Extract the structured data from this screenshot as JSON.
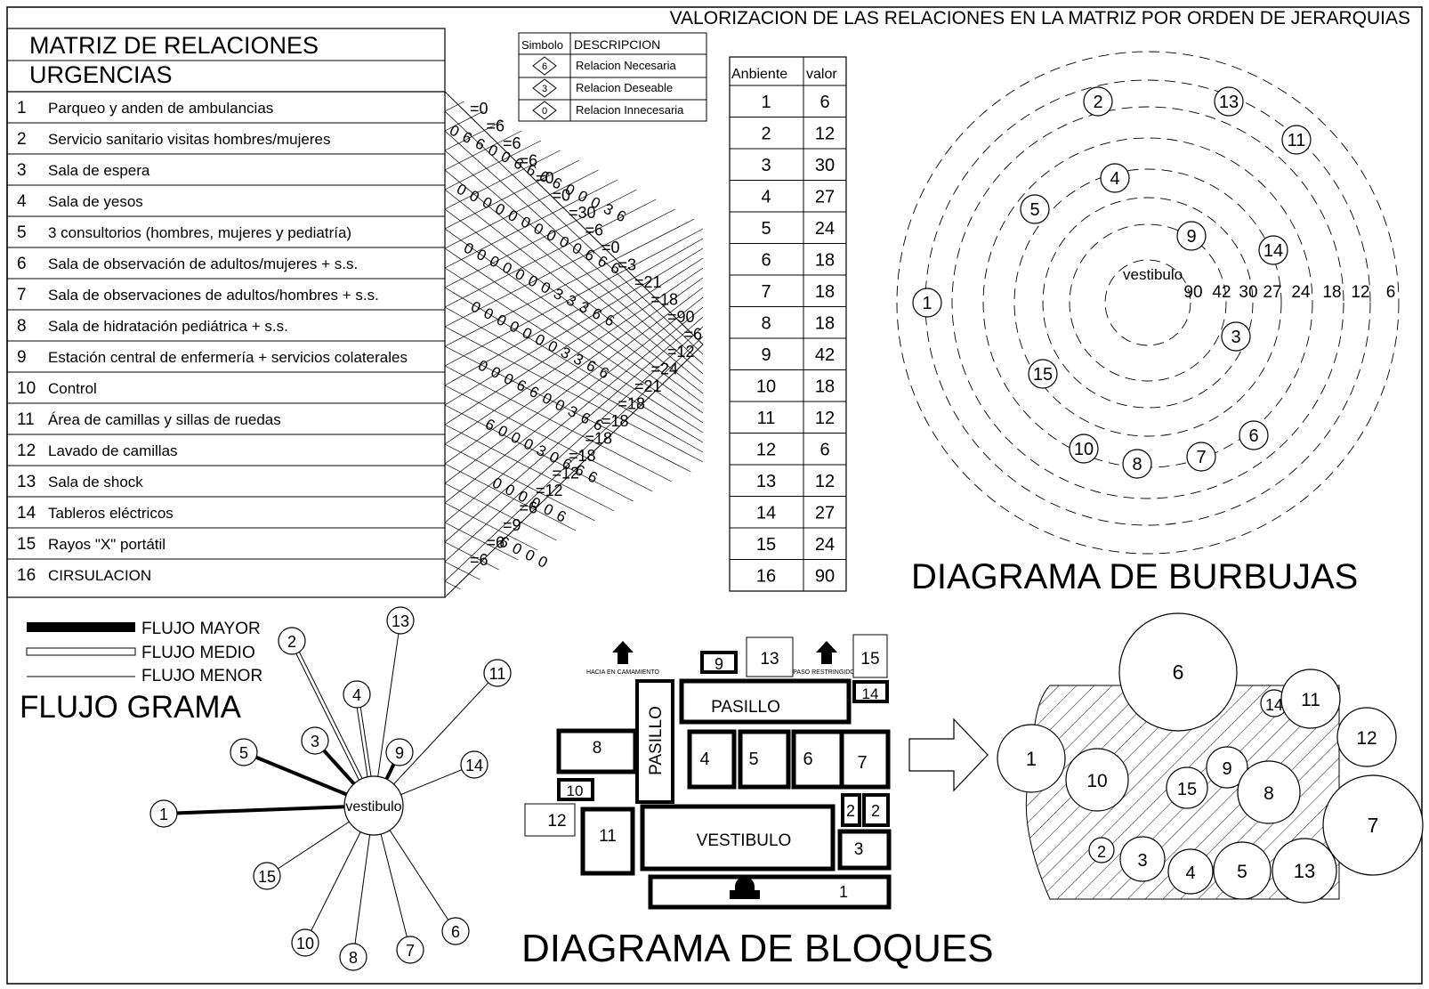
{
  "header": {
    "title": "VALORIZACION  DE LAS RELACIONES EN LA MATRIZ POR ORDEN DE JERARQUIAS"
  },
  "matrix": {
    "title_line1": "MATRIZ DE RELACIONES",
    "title_line2": "URGENCIAS",
    "rows": [
      {
        "num": "1",
        "label": "Parqueo y anden de ambulancias"
      },
      {
        "num": "2",
        "label": "Servicio sanitario visitas hombres/mujeres"
      },
      {
        "num": "3",
        "label": "Sala de espera"
      },
      {
        "num": "4",
        "label": "Sala de yesos"
      },
      {
        "num": "5",
        "label": "3 consultorios (hombres, mujeres y pediatría)"
      },
      {
        "num": "6",
        "label": "Sala de observación de adultos/mujeres + s.s."
      },
      {
        "num": "7",
        "label": "Sala de observaciones de adultos/hombres + s.s."
      },
      {
        "num": "8",
        "label": "Sala de hidratación pediátrica + s.s."
      },
      {
        "num": "9",
        "label": "Estación central de  enfermería + servicios colaterales"
      },
      {
        "num": "10",
        "label": "Control"
      },
      {
        "num": "11",
        "label": "Área de camillas y  sillas de ruedas"
      },
      {
        "num": "12",
        "label": "Lavado de camillas"
      },
      {
        "num": "13",
        "label": "Sala de shock"
      },
      {
        "num": "14",
        "label": "Tableros eléctricos"
      },
      {
        "num": "15",
        "label": "Rayos \"X\" portátil"
      },
      {
        "num": "16",
        "label": "CIRSULACION"
      }
    ],
    "triangle_lines": [
      "0  6  6  0  0  6  6  6  6  0  0  0  3  6",
      "0  0  0  0  0  0  0  0  0  0  6  6  6",
      "0  0  0  0  0  0  0  3  3  3  6  6",
      "0  0  0  0  0  0  0  3  3  6  6",
      "0  0  0  6  6  0  0  3  6  6",
      "6  0  0  0  3  0  6  6  6",
      "0  0  0  0  0  6",
      "6  0  0  0"
    ],
    "row_sums": [
      "=0",
      "=6",
      "=6",
      "=6",
      "=0",
      "=0",
      "=30",
      "=6",
      "=0",
      "=3",
      "=21",
      "=18",
      "=90",
      "=6",
      "=12",
      "=24",
      "=21",
      "=18",
      "=18",
      "=18",
      "=18",
      "=12",
      "=12",
      "=6",
      "=9",
      "=6",
      "=6"
    ]
  },
  "legend_symbols": {
    "header_symbol": "Simbolo",
    "header_desc": "DESCRIPCION",
    "items": [
      {
        "symbol": "6",
        "desc": "Relacion Necesaria"
      },
      {
        "symbol": "3",
        "desc": "Relacion Deseable"
      },
      {
        "symbol": "0",
        "desc": "Relacion Innecesaria"
      }
    ]
  },
  "values_table": {
    "header_ambiente": "Anbiente",
    "header_valor": "valor",
    "rows": [
      {
        "ambiente": "1",
        "valor": "6"
      },
      {
        "ambiente": "2",
        "valor": "12"
      },
      {
        "ambiente": "3",
        "valor": "30"
      },
      {
        "ambiente": "4",
        "valor": "27"
      },
      {
        "ambiente": "5",
        "valor": "24"
      },
      {
        "ambiente": "6",
        "valor": "18"
      },
      {
        "ambiente": "7",
        "valor": "18"
      },
      {
        "ambiente": "8",
        "valor": "18"
      },
      {
        "ambiente": "9",
        "valor": "42"
      },
      {
        "ambiente": "10",
        "valor": "18"
      },
      {
        "ambiente": "11",
        "valor": "12"
      },
      {
        "ambiente": "12",
        "valor": "6"
      },
      {
        "ambiente": "13",
        "valor": "12"
      },
      {
        "ambiente": "14",
        "valor": "27"
      },
      {
        "ambiente": "15",
        "valor": "24"
      },
      {
        "ambiente": "16",
        "valor": "90"
      }
    ]
  },
  "bubble_diagram": {
    "title": "DIAGRAMA  DE BURBUJAS",
    "center_label": "vestibulo",
    "ring_values": [
      "90",
      "42",
      "30",
      "27",
      "24",
      "18",
      "12",
      "6"
    ],
    "nodes": [
      "2",
      "13",
      "11",
      "4",
      "5",
      "9",
      "14",
      "1",
      "3",
      "15",
      "6",
      "10",
      "8",
      "7"
    ]
  },
  "flow_diagram": {
    "title": "FLUJO GRAMA",
    "legend": [
      {
        "kind": "major",
        "label": "FLUJO MAYOR"
      },
      {
        "kind": "medium",
        "label": "FLUJO MEDIO"
      },
      {
        "kind": "minor",
        "label": "FLUJO MENOR"
      }
    ],
    "hub_label": "vestibulo",
    "nodes": [
      "13",
      "2",
      "11",
      "4",
      "3",
      "9",
      "5",
      "14",
      "1",
      "15",
      "10",
      "8",
      "7",
      "6"
    ]
  },
  "block_diagram": {
    "title": "DIAGRAMA  DE BLOQUES",
    "note_left": "HACIA  EN  CAMAMIENTO",
    "note_right": "PASO  RESTRINGIDO",
    "pasillo_h": "PASILLO",
    "pasillo_v": "PASILLO",
    "vestibulo": "VESTIBULO",
    "blocks": [
      "9",
      "13",
      "15",
      "14",
      "8",
      "4",
      "5",
      "6",
      "7",
      "10",
      "2",
      "2",
      "12",
      "11",
      "3",
      "1"
    ]
  },
  "final_diagram": {
    "nodes": [
      "6",
      "14",
      "11",
      "12",
      "1",
      "10",
      "9",
      "15",
      "8",
      "7",
      "2",
      "3",
      "4",
      "5",
      "13"
    ]
  }
}
